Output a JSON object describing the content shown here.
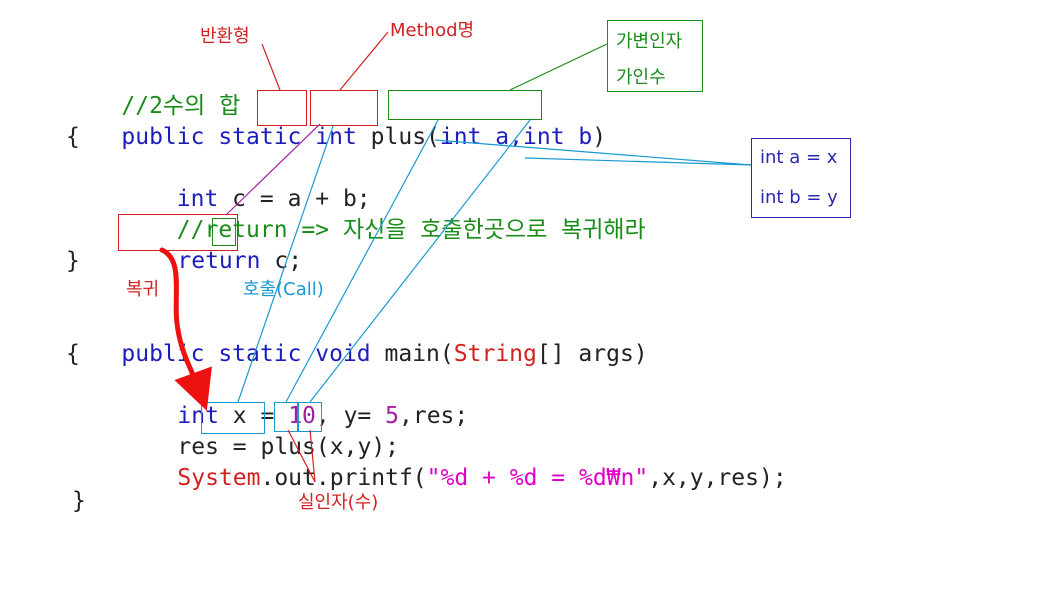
{
  "code": {
    "line_comment": "//2수의 합",
    "sig_public_static": "public static ",
    "sig_int": "int",
    "sig_space": " ",
    "sig_plus": "plus",
    "sig_paren_open": "(",
    "sig_params": "int a,int b",
    "sig_paren_close": ")",
    "brace_open_1": "{",
    "decl_indent": "    ",
    "decl_int": "int",
    "decl_rest": " c = a + b;",
    "comment_return": "    //return => 자신을 호출한곳으로 복귀해라",
    "return_kw": "return",
    "return_space": " ",
    "return_c": "c",
    "return_semi": ";",
    "brace_close_1": "}",
    "main_public": "public ",
    "main_static": "static ",
    "main_void": "void ",
    "main_name": "main(",
    "main_string": "String",
    "main_rest": "[] args)",
    "brace_open_2": "{",
    "vars_int": "int",
    "vars_x": " x = ",
    "vars_10": "10",
    "vars_y": ", y= ",
    "vars_5": "5",
    "vars_res": ",res;",
    "call_res": "res = ",
    "call_plus": "plus",
    "call_paren": "(",
    "call_x": "x",
    "call_comma": ",",
    "call_y": "y",
    "call_close": ");",
    "print_system": "System",
    "print_mid": ".out.printf(",
    "print_str": "\"%d + %d = %d₩n\"",
    "print_end": ",x,y,res);",
    "brace_close_2": "}"
  },
  "annotations": {
    "return_type": "반환형",
    "method_name": "Method명",
    "formal_params_line1": "가변인자",
    "formal_params_line2": "가인수",
    "mapping_line1": "int a = x",
    "mapping_line2": "int b = y",
    "return_label": "복귀",
    "call_label": "호출(Call)",
    "actual_args": "실인자(수)"
  },
  "colors": {
    "red": "#d42020",
    "green": "#1a8c1a",
    "blue": "#2a2ab0",
    "cyan": "#1a9ad0",
    "purple": "#a020a0"
  }
}
